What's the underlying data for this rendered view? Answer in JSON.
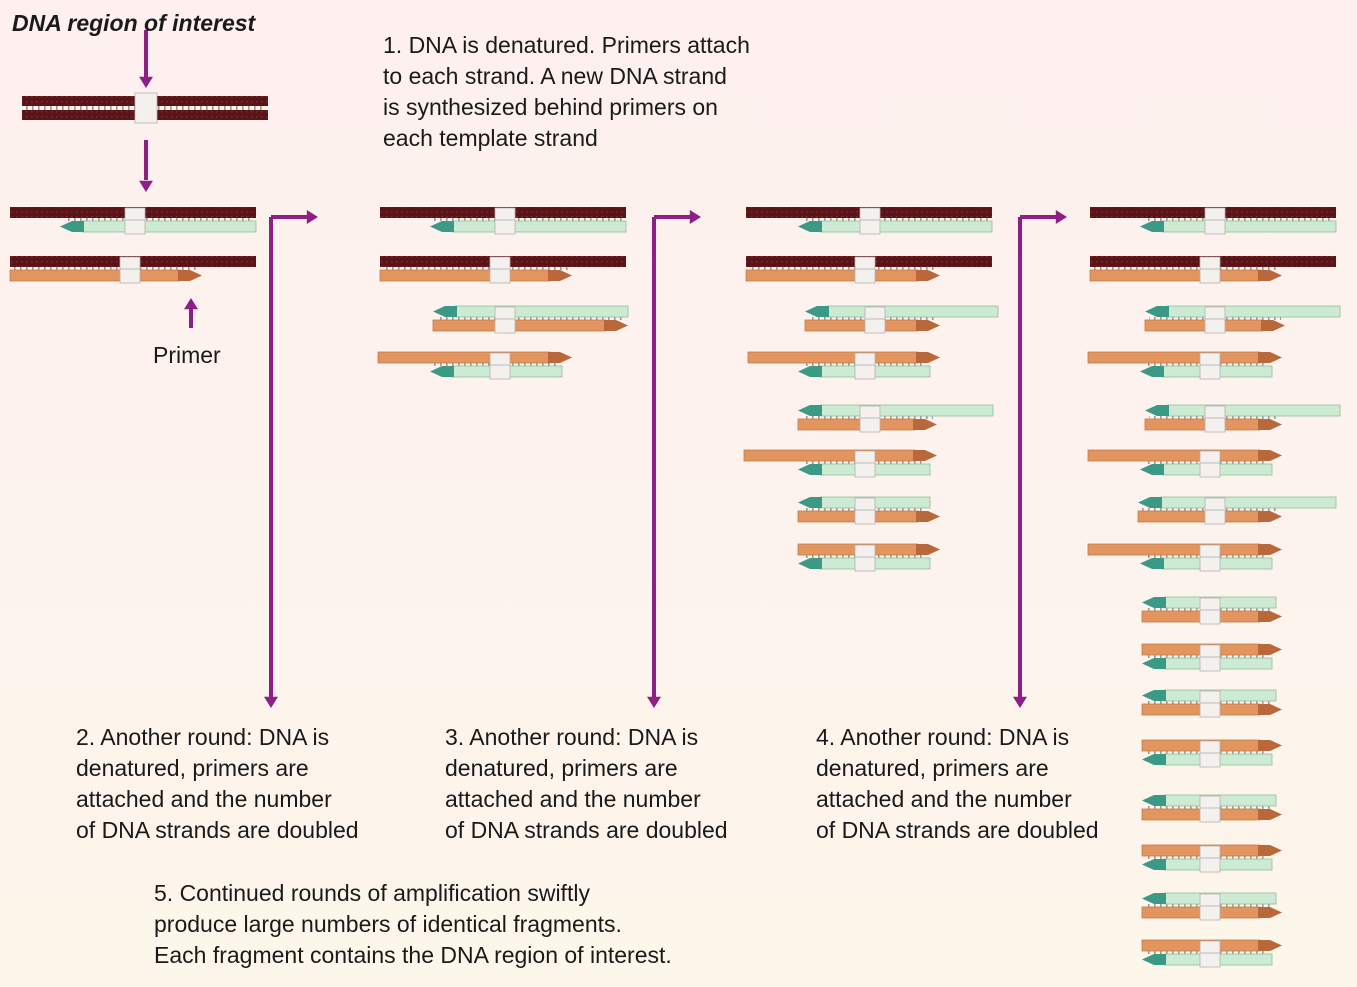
{
  "title": "DNA region of interest",
  "primer_label": "Primer",
  "steps": {
    "step1": "1. DNA is denatured. Primers attach\nto each strand. A new DNA strand\nis synthesized behind primers on\neach template strand",
    "step2": "2. Another round: DNA is\ndenatured, primers are\nattached and the  number\nof DNA strands are doubled",
    "step3": "3. Another round: DNA is\ndenatured, primers are\nattached and the  number\nof DNA strands are doubled",
    "step4": "4. Another round: DNA is\ndenatured, primers are\nattached and the  number\nof DNA strands are doubled",
    "step5": "5. Continued rounds of amplification swiftly\nproduce large numbers of identical fragments.\nEach fragment contains the DNA region of interest."
  },
  "colors": {
    "template_strand": "#5a1418",
    "new_strand_green": "#cdebd3",
    "green_primer": "#3a9a86",
    "new_strand_orange": "#e2955f",
    "orange_primer": "#b8683a",
    "arrow": "#8e1f86",
    "region_marker": "#f4f0ee"
  }
}
